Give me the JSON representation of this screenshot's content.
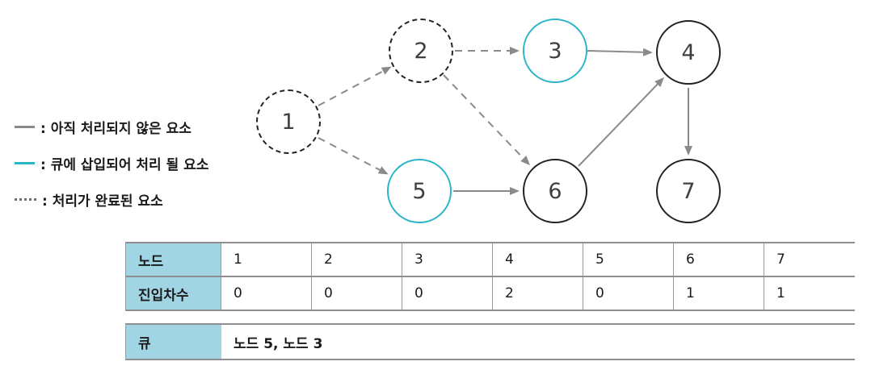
{
  "legend": {
    "items": [
      {
        "style": "solid-gray",
        "label": ": 아직 처리되지 않은 요소"
      },
      {
        "style": "solid-cyan",
        "label": ": 큐에 삽입되어 처리 될 요소"
      },
      {
        "style": "dotted-gray",
        "label": ": 처리가 완료된 요소"
      }
    ]
  },
  "graph": {
    "nodes": [
      {
        "id": 1,
        "label": "1",
        "status": "completed"
      },
      {
        "id": 2,
        "label": "2",
        "status": "completed"
      },
      {
        "id": 3,
        "label": "3",
        "status": "queued"
      },
      {
        "id": 4,
        "label": "4",
        "status": "unprocessed"
      },
      {
        "id": 5,
        "label": "5",
        "status": "queued"
      },
      {
        "id": 6,
        "label": "6",
        "status": "unprocessed"
      },
      {
        "id": 7,
        "label": "7",
        "status": "unprocessed"
      }
    ],
    "edges": [
      {
        "from": 1,
        "to": 2,
        "status": "completed"
      },
      {
        "from": 1,
        "to": 5,
        "status": "completed"
      },
      {
        "from": 2,
        "to": 3,
        "status": "completed"
      },
      {
        "from": 2,
        "to": 6,
        "status": "completed"
      },
      {
        "from": 5,
        "to": 6,
        "status": "unprocessed"
      },
      {
        "from": 3,
        "to": 4,
        "status": "unprocessed"
      },
      {
        "from": 6,
        "to": 4,
        "status": "unprocessed"
      },
      {
        "from": 4,
        "to": 7,
        "status": "unprocessed"
      }
    ]
  },
  "tables": {
    "indegree": {
      "row1_header": "노드",
      "row1_cells": [
        "1",
        "2",
        "3",
        "4",
        "5",
        "6",
        "7"
      ],
      "row2_header": "진입차수",
      "row2_cells": [
        "0",
        "0",
        "0",
        "2",
        "0",
        "1",
        "1"
      ]
    },
    "queue": {
      "header": "큐",
      "value": "노드 5, 노드 3"
    }
  },
  "colors": {
    "queued_accent": "#29b4c8",
    "edge_gray": "#8a8a8a",
    "node_stroke": "#222222",
    "table_header_blue": "#a2d5e4",
    "table_border": "#8f8f8f",
    "background": "#ffffff"
  }
}
